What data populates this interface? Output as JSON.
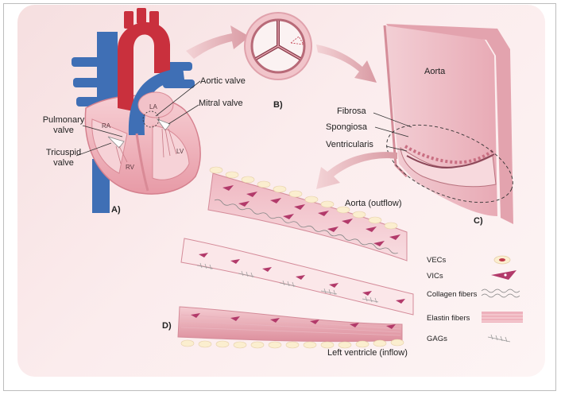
{
  "labels": {
    "aortic_valve": "Aortic valve",
    "mitral_valve": "Mitral valve",
    "pulmonary_valve": "Pulmonary\nvalve",
    "tricuspid_valve": "Tricuspid\nvalve",
    "ra": "RA",
    "la": "LA",
    "rv": "RV",
    "lv": "LV",
    "aorta": "Aorta",
    "fibrosa": "Fibrosa",
    "spongiosa": "Spongiosa",
    "ventricularis": "Ventricularis",
    "aorta_outflow": "Aorta (outflow)",
    "left_ventricle_inflow": "Left ventricle (inflow)"
  },
  "panels": {
    "a": "A)",
    "b": "B)",
    "c": "C)",
    "d": "D)"
  },
  "legend": [
    {
      "label": "VECs",
      "icon": "vec-cell-icon"
    },
    {
      "label": "VICs",
      "icon": "vic-cell-icon"
    },
    {
      "label": "Collagen fibers",
      "icon": "collagen-fiber-icon"
    },
    {
      "label": "Elastin fibers",
      "icon": "elastin-fiber-icon"
    },
    {
      "label": "GAGs",
      "icon": "gag-icon"
    }
  ],
  "colors": {
    "vein_blue": "#3f6fb5",
    "artery_red": "#c9303d",
    "heart_pink": "#f1b9c0",
    "vic_magenta": "#b23a6a",
    "vec_cream": "#fbeecf",
    "tissue_pink": "#e9a6b2"
  }
}
